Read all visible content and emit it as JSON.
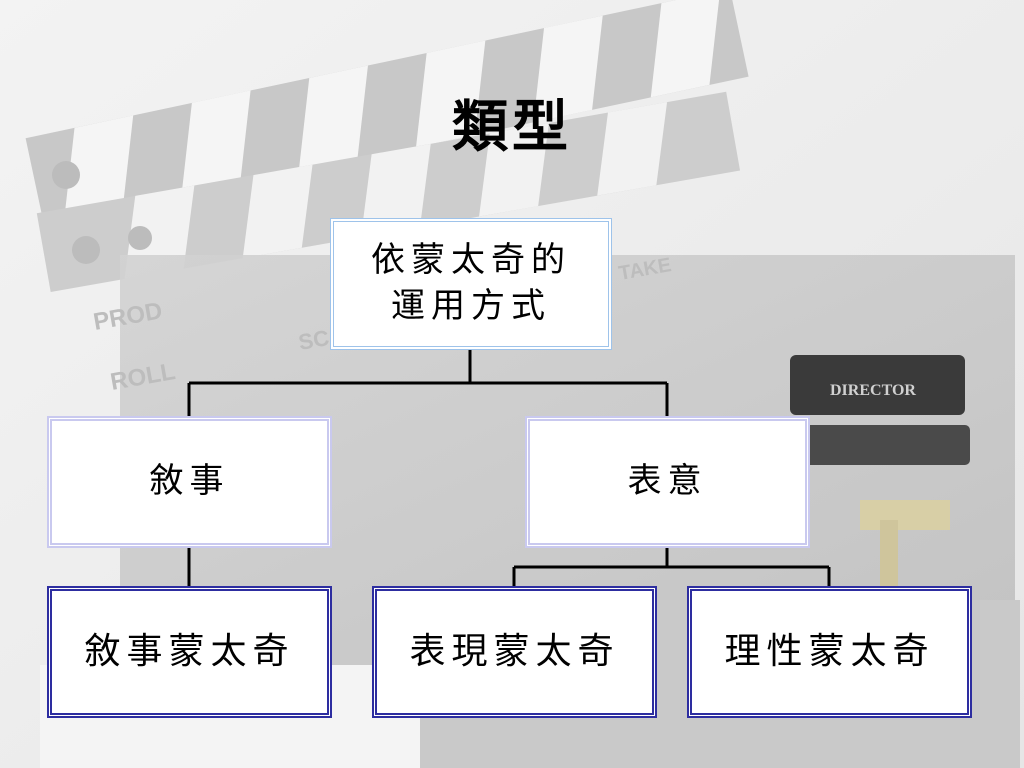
{
  "slide": {
    "title": "類型",
    "background_text": {
      "prod": "PROD",
      "roll": "ROLL",
      "scene": "SC",
      "take": "TAKE",
      "director": "DIRECTOR"
    }
  },
  "diagram": {
    "root": {
      "line1": "依蒙太奇的",
      "line2": "運用方式"
    },
    "branches": [
      {
        "label": "敘事",
        "children": [
          "敘事蒙太奇"
        ]
      },
      {
        "label": "表意",
        "children": [
          "表現蒙太奇",
          "理性蒙太奇"
        ]
      }
    ]
  },
  "colors": {
    "root_border": "#9ec3ea",
    "mid_border": "#c9c9ef",
    "leaf_border": "#2d2da0",
    "connector": "#000000"
  }
}
